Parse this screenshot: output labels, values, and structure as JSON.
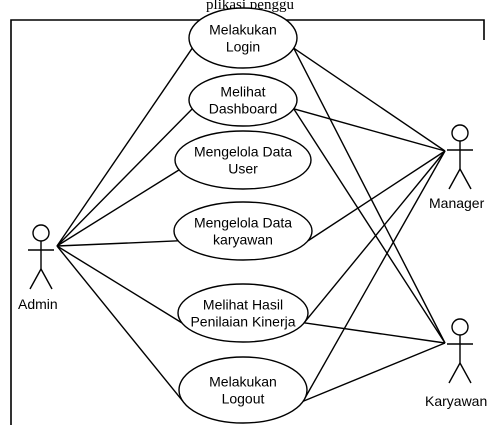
{
  "caption": "plikasi penggu",
  "actors": [
    {
      "id": "admin",
      "name": "Admin"
    },
    {
      "id": "manager",
      "name": "Manager"
    },
    {
      "id": "karyawan",
      "name": "Karyawan"
    }
  ],
  "use_cases": [
    {
      "id": "login",
      "lines": [
        "Melakukan",
        "Login"
      ]
    },
    {
      "id": "dashboard",
      "lines": [
        "Melihat",
        "Dashboard"
      ]
    },
    {
      "id": "user",
      "lines": [
        "Mengelola Data",
        "User"
      ]
    },
    {
      "id": "karyawan",
      "lines": [
        "Mengelola Data",
        "karyawan"
      ]
    },
    {
      "id": "kinerja",
      "lines": [
        "Melihat Hasil",
        "Penilaian Kinerja"
      ]
    },
    {
      "id": "logout",
      "lines": [
        "Melakukan",
        "Logout"
      ]
    }
  ],
  "associations": [
    {
      "actor": "admin",
      "use_case": "login"
    },
    {
      "actor": "admin",
      "use_case": "dashboard"
    },
    {
      "actor": "admin",
      "use_case": "user"
    },
    {
      "actor": "admin",
      "use_case": "karyawan"
    },
    {
      "actor": "admin",
      "use_case": "kinerja"
    },
    {
      "actor": "admin",
      "use_case": "logout"
    },
    {
      "actor": "manager",
      "use_case": "login"
    },
    {
      "actor": "manager",
      "use_case": "dashboard"
    },
    {
      "actor": "manager",
      "use_case": "karyawan"
    },
    {
      "actor": "manager",
      "use_case": "kinerja"
    },
    {
      "actor": "manager",
      "use_case": "logout"
    },
    {
      "actor": "karyawan",
      "use_case": "login"
    },
    {
      "actor": "karyawan",
      "use_case": "dashboard"
    },
    {
      "actor": "karyawan",
      "use_case": "kinerja"
    },
    {
      "actor": "karyawan",
      "use_case": "logout"
    }
  ]
}
